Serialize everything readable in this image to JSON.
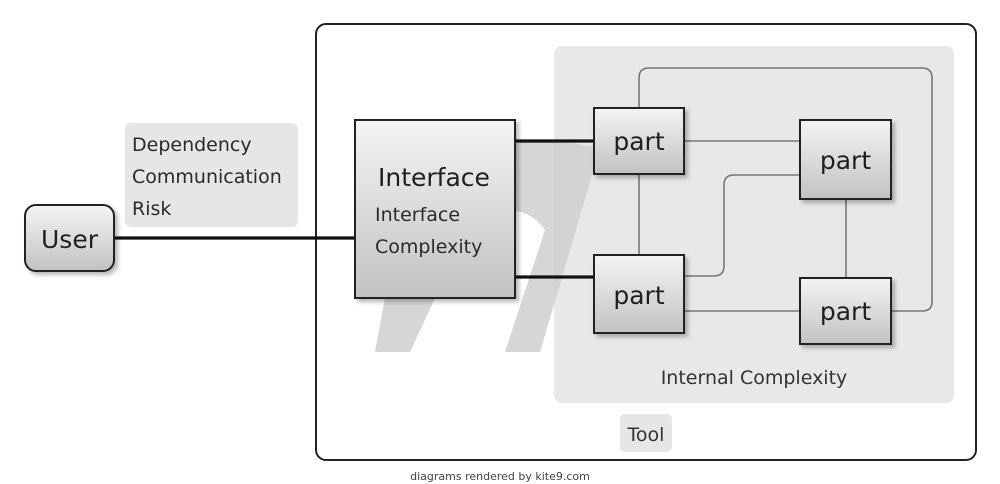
{
  "nodes": {
    "user": "User",
    "interface_title": "Interface",
    "interface_sub_1": "Interface",
    "interface_sub_2": "Complexity",
    "part_top_left": "part",
    "part_top_right": "part",
    "part_bottom_left": "part",
    "part_bottom_right": "part"
  },
  "labels": {
    "link_line_1": "Dependency",
    "link_line_2": "Communication",
    "link_line_3": "Risk",
    "internal": "Internal Complexity",
    "tool": "Tool"
  },
  "footer": {
    "credit": "diagrams rendered by kite9.com"
  },
  "colors": {
    "box_fill_top": "#f2f2f2",
    "box_fill_bottom": "#c4c4c4",
    "panel_grey": "#e8e8e8",
    "stroke": "#222222",
    "connector_thin": "#777777"
  }
}
